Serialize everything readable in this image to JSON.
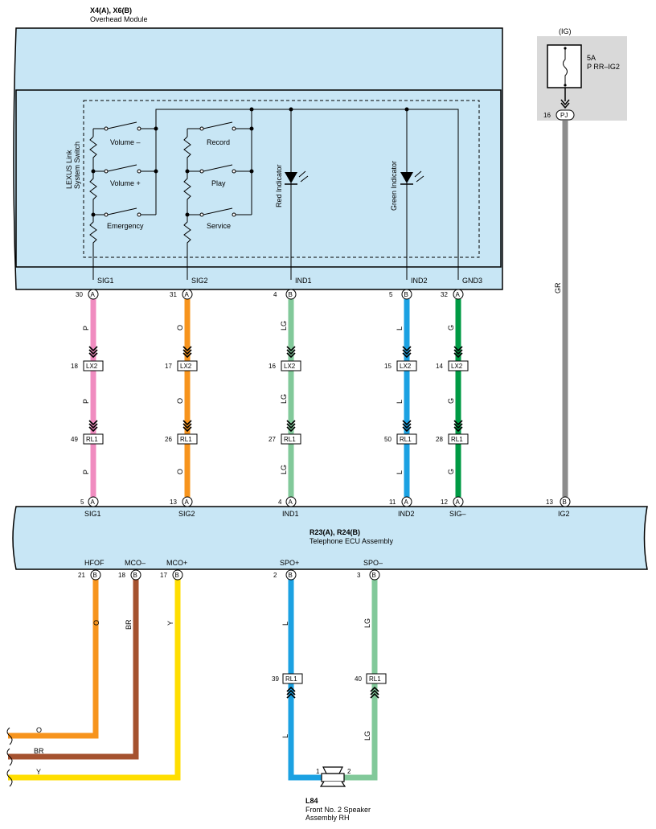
{
  "colors": {
    "module_fill": "#c8e6f5",
    "fuse_box": "#d9d9d9",
    "P": "#f08cc0",
    "O": "#f7941d",
    "LG": "#82c99a",
    "L": "#1ba1e2",
    "G": "#009a44",
    "GR": "#8c8c8c",
    "BR": "#a5522f",
    "Y": "#ffde00"
  },
  "top_module": {
    "code": "X4(A), X6(B)",
    "name": "Overhead Module",
    "switch_label_1": "LEXUS Link",
    "switch_label_2": "System Switch",
    "switches": {
      "vol_minus": "Volume –",
      "vol_plus": "Volume +",
      "emergency": "Emergency",
      "record": "Record",
      "play": "Play",
      "service": "Service"
    },
    "red_indicator": "Red Indicator",
    "green_indicator": "Green Indicator",
    "terminals": [
      "SIG1",
      "SIG2",
      "IND1",
      "IND2",
      "GND3"
    ]
  },
  "fuse": {
    "source": "(IG)",
    "rating": "5A",
    "name": "P RR–IG2",
    "pin": "16",
    "connector": "PJ",
    "wire_color": "GR"
  },
  "wires": [
    {
      "module_pin": "30",
      "module_conn": "A",
      "color": "P",
      "lx2_pin": "18",
      "rl1_pin": "49",
      "ecu_pin": "5",
      "ecu_conn": "A",
      "ecu_term": "SIG1"
    },
    {
      "module_pin": "31",
      "module_conn": "A",
      "color": "O",
      "lx2_pin": "17",
      "rl1_pin": "26",
      "ecu_pin": "13",
      "ecu_conn": "A",
      "ecu_term": "SIG2"
    },
    {
      "module_pin": "4",
      "module_conn": "B",
      "color": "LG",
      "lx2_pin": "16",
      "rl1_pin": "27",
      "ecu_pin": "4",
      "ecu_conn": "A",
      "ecu_term": "IND1"
    },
    {
      "module_pin": "5",
      "module_conn": "B",
      "color": "L",
      "lx2_pin": "15",
      "rl1_pin": "50",
      "ecu_pin": "11",
      "ecu_conn": "A",
      "ecu_term": "IND2"
    },
    {
      "module_pin": "32",
      "module_conn": "A",
      "color": "G",
      "lx2_pin": "14",
      "rl1_pin": "28",
      "ecu_pin": "12",
      "ecu_conn": "A",
      "ecu_term": "SIG–"
    }
  ],
  "connector_lx2": "LX2",
  "connector_rl1": "RL1",
  "ig2": {
    "pin": "13",
    "conn": "B",
    "term": "IG2"
  },
  "ecu": {
    "code": "R23(A), R24(B)",
    "name": "Telephone ECU Assembly",
    "bottom": [
      {
        "term": "HFOF",
        "pin": "21",
        "conn": "B",
        "color": "O"
      },
      {
        "term": "MCO–",
        "pin": "18",
        "conn": "B",
        "color": "BR"
      },
      {
        "term": "MCO+",
        "pin": "17",
        "conn": "B",
        "color": "Y"
      },
      {
        "term": "SPO+",
        "pin": "2",
        "conn": "B",
        "color": "L",
        "rl1_pin": "39"
      },
      {
        "term": "SPO–",
        "pin": "3",
        "conn": "B",
        "color": "LG",
        "rl1_pin": "40"
      }
    ]
  },
  "speaker": {
    "code": "L84",
    "name_1": "Front No. 2 Speaker",
    "name_2": "Assembly RH",
    "pin1": "1",
    "pin2": "2"
  }
}
